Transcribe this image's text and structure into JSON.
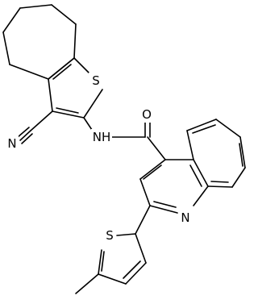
{
  "colors": {
    "background": "#ffffff",
    "bond": "#000000",
    "text": "#000000"
  },
  "atom_labels": {
    "s1": "S",
    "n_nitrile": "N",
    "nh": "NH",
    "o": "O",
    "n_quinoline": "N",
    "s2": "S"
  }
}
